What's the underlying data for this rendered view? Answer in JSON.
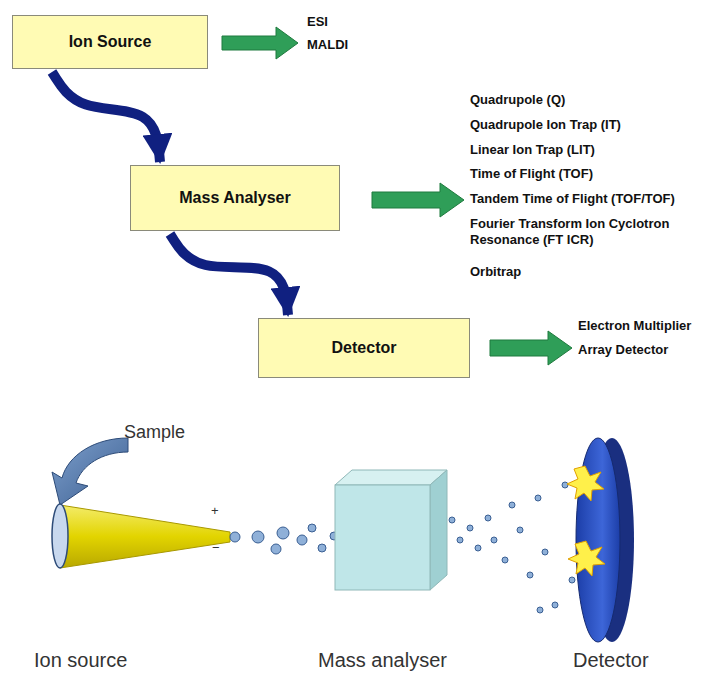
{
  "diagram": {
    "nodes": [
      {
        "text": [
          "Ion Source"
        ]
      },
      {
        "text": [
          "Mass Analyser"
        ]
      },
      {
        "text": [
          "Detector"
        ]
      }
    ],
    "edges": [
      {
        "from": 0,
        "to": 1,
        "arrow": "to"
      },
      {
        "from": 1,
        "to": 2,
        "arrow": "to"
      }
    ],
    "labels": [
      "ESI",
      "MALDI",
      "Quadrupole (Q)",
      "Quadrupole Ion Trap (IT)",
      "Linear Ion Trap (LIT)",
      "Time of Flight (TOF)",
      "Tandem Time of Flight (TOF/TOF)",
      "Fourier Transform Ion Cyclotron Resonance (FT ICR)",
      "Orbitrap",
      "Electron Multiplier",
      "Array Detector",
      "Sample",
      "+",
      "−",
      "Ion source",
      "Mass analyser",
      "Detector"
    ]
  }
}
